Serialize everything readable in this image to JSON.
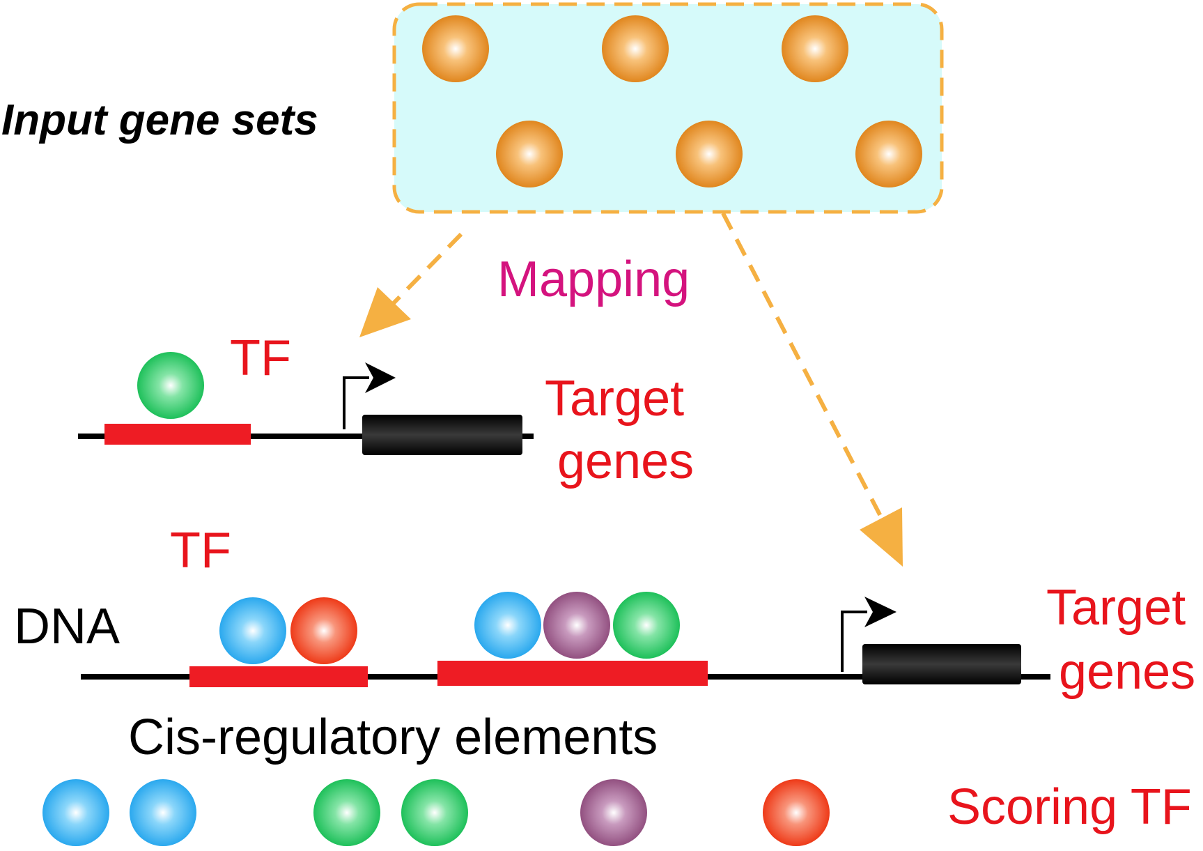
{
  "labels": {
    "input_gene_sets": "Input gene sets",
    "mapping": "Mapping",
    "tf_top": "TF",
    "target_genes_top_1": "Target",
    "target_genes_top_2": "genes",
    "tf_bottom": "TF",
    "dna": "DNA",
    "target_genes_bottom_1": "Target",
    "target_genes_bottom_2": "genes",
    "cis_regulatory": "Cis-regulatory elements",
    "scoring_tf": "Scoring TF"
  },
  "colors": {
    "gene_orange": "#F0962A",
    "tf_blue": "#3AB4F0",
    "tf_red": "#F04A24",
    "tf_green": "#2ECC6A",
    "tf_purple": "#9E5A8E",
    "element_red": "#EE1C24",
    "label_red": "#E8141C",
    "mapping_magenta": "#D4137E",
    "arrow_orange": "#F5B042",
    "box_fill": "#D6FAFA",
    "gene_black": "#1A1A1A"
  }
}
